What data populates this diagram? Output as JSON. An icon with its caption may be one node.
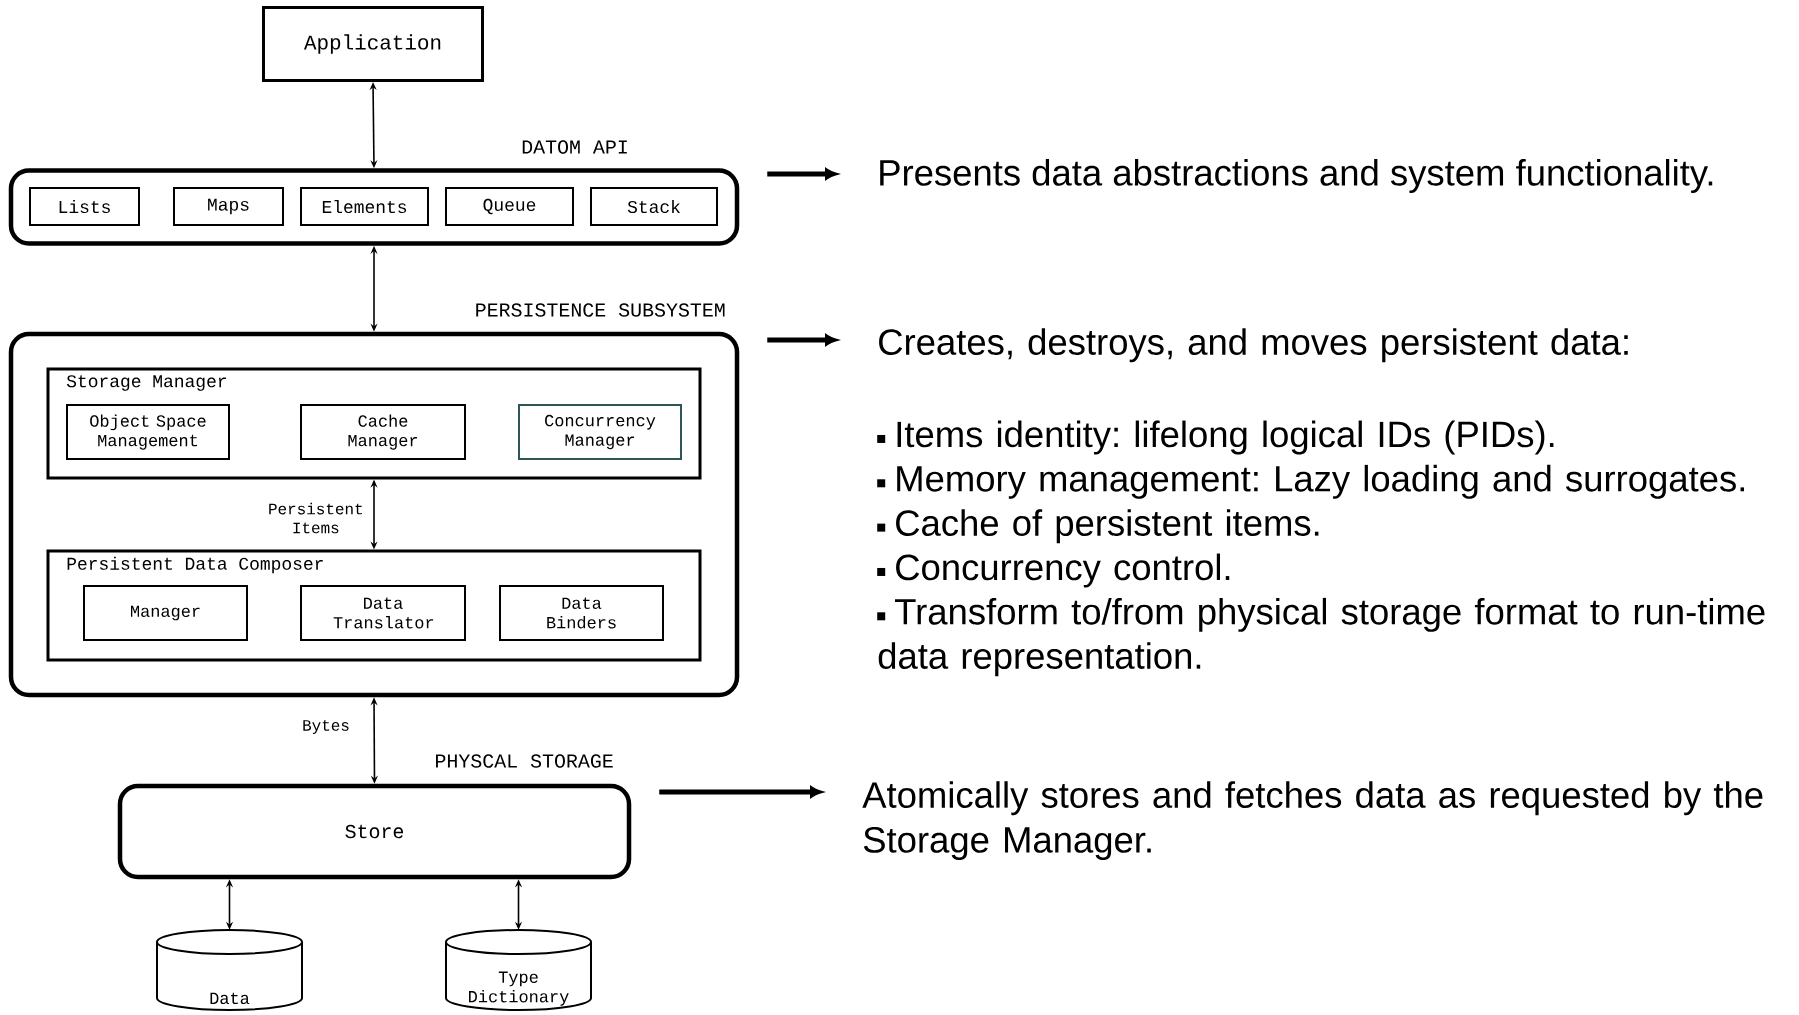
{
  "diagram": {
    "nodes": [
      {
        "text": [
          "Application"
        ]
      },
      {
        "text": [
          "DATOM API"
        ]
      },
      {
        "text": [
          "Lists"
        ],
        "in": 1
      },
      {
        "text": [
          "Maps"
        ],
        "in": 1
      },
      {
        "text": [
          "Elements"
        ],
        "in": 1
      },
      {
        "text": [
          "Queue"
        ],
        "in": 1
      },
      {
        "text": [
          "Stack"
        ],
        "in": 1
      },
      {
        "text": [
          "PERSISTENCE SUBSYSTEM"
        ]
      },
      {
        "text": [
          "Storage Manager"
        ],
        "in": 7
      },
      {
        "text": [
          "Object Space Management"
        ],
        "in": 8
      },
      {
        "text": [
          "Cache Manager"
        ],
        "in": 8
      },
      {
        "text": [
          "Concurrency Manager"
        ],
        "in": 8
      },
      {
        "text": [
          "Persistent Data Composer"
        ],
        "in": 7
      },
      {
        "text": [
          "Manager"
        ],
        "in": 12
      },
      {
        "text": [
          "Data Translator"
        ],
        "in": 12
      },
      {
        "text": [
          "Data Binders"
        ],
        "in": 12
      },
      {
        "text": [
          "PHYSCAL STORAGE",
          "Store"
        ]
      },
      {
        "text": [
          "Data"
        ]
      },
      {
        "text": [
          "Type Dictionary"
        ]
      },
      {
        "text": [
          "Presents data abstractions and system functionality."
        ]
      },
      {
        "text": [
          "Creates, destroys, and moves persistent data:",
          "Items identity: lifelong logical IDs (PIDs).",
          "Memory management: Lazy loading and surrogates.",
          "Cache of persistent items.",
          "Concurrency control.",
          "Transform to/from physical storage format to run-time data representation."
        ]
      },
      {
        "text": [
          "Atomically stores and fetches data as requested by the Storage Manager."
        ]
      }
    ],
    "edges": [
      {
        "from": 0,
        "to": 1,
        "arrow": "both"
      },
      {
        "from": 1,
        "to": 7,
        "arrow": "both"
      },
      {
        "from": 8,
        "to": 12,
        "arrow": "both",
        "label": "Persistent Items"
      },
      {
        "from": 7,
        "to": 16,
        "arrow": "both",
        "label": "Bytes"
      },
      {
        "from": 16,
        "to": 17,
        "arrow": "both"
      },
      {
        "from": 16,
        "to": 18,
        "arrow": "both"
      },
      {
        "from": 1,
        "to": 19,
        "arrow": "to",
        "style": "thick"
      },
      {
        "from": 7,
        "to": 20,
        "arrow": "to",
        "style": "thick"
      },
      {
        "from": 16,
        "to": 21,
        "arrow": "to",
        "style": "thick"
      }
    ]
  }
}
